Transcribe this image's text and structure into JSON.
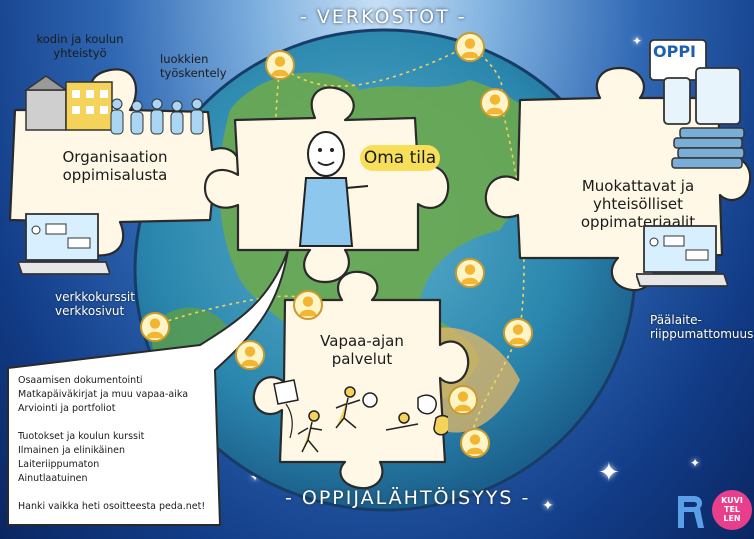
{
  "top_banner": "- VERKOSTOT -",
  "bottom_banner": "- OPPIJALÄHTÖISYYS -",
  "pieces": {
    "center": "Oma tila",
    "left": "Organisaation oppimisalusta",
    "right": "Muokattavat ja yhteisölliset oppimateriaalit",
    "bottom": "Vapaa-ajan palvelut"
  },
  "labels": {
    "school_home": "kodin ja koulun yhteistyö",
    "class_work": "luokkien työskentely",
    "web_courses": "verkkokurssit verkkosivut",
    "device_independence": "Päälaite-riippumattomuus",
    "oppi_logo": "OPPI"
  },
  "info_panel": {
    "group1": [
      "Osaamisen dokumentointi",
      "Matkapäiväkirjat ja muu vapaa-aika",
      "Arviointi ja portfoliot"
    ],
    "group2": [
      "Tuotokset ja koulun kurssit",
      "Ilmainen ja elinikäinen",
      "Laiteriippumaton",
      "Ainutlaatuinen"
    ],
    "footer": "Hanki vaikka heti osoitteesta peda.net!"
  },
  "logos": {
    "pr": "PR",
    "kuvitellen_lines": [
      "KUVI",
      "TEL",
      "LEN"
    ]
  },
  "colors": {
    "sky_top": "#c7dff5",
    "sky_bottom": "#0a2661",
    "ocean": "#2f8fb5",
    "land": "#6aa84f",
    "puzzle": "#fff8e6",
    "highlight": "#f7df5a",
    "avatar": "#f2b632"
  }
}
